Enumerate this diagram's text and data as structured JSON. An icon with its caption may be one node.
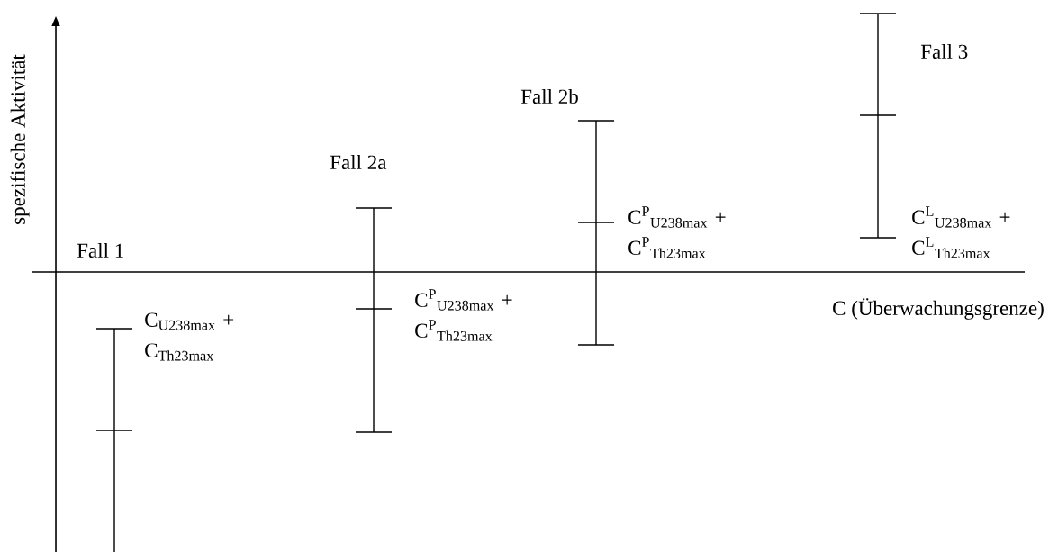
{
  "diagram": {
    "labels": [
      "spezifische Aktivität",
      "Fall 3",
      "Fall 2b",
      "Fall 2a",
      "Fall 1",
      "C$^{P}$$_{U238max}$ + C$^{P}$$_{Th23max}$",
      "C$^{L}$$_{U238max}$ + C$^{L}$$_{Th23max}$",
      "C (Überwachungsgrenze)",
      "C$^{P}$$_{U238max}$ + C$^{P}$$_{Th23max}$",
      "C$_{U238max}$ + C$_{Th23max}$"
    ]
  }
}
